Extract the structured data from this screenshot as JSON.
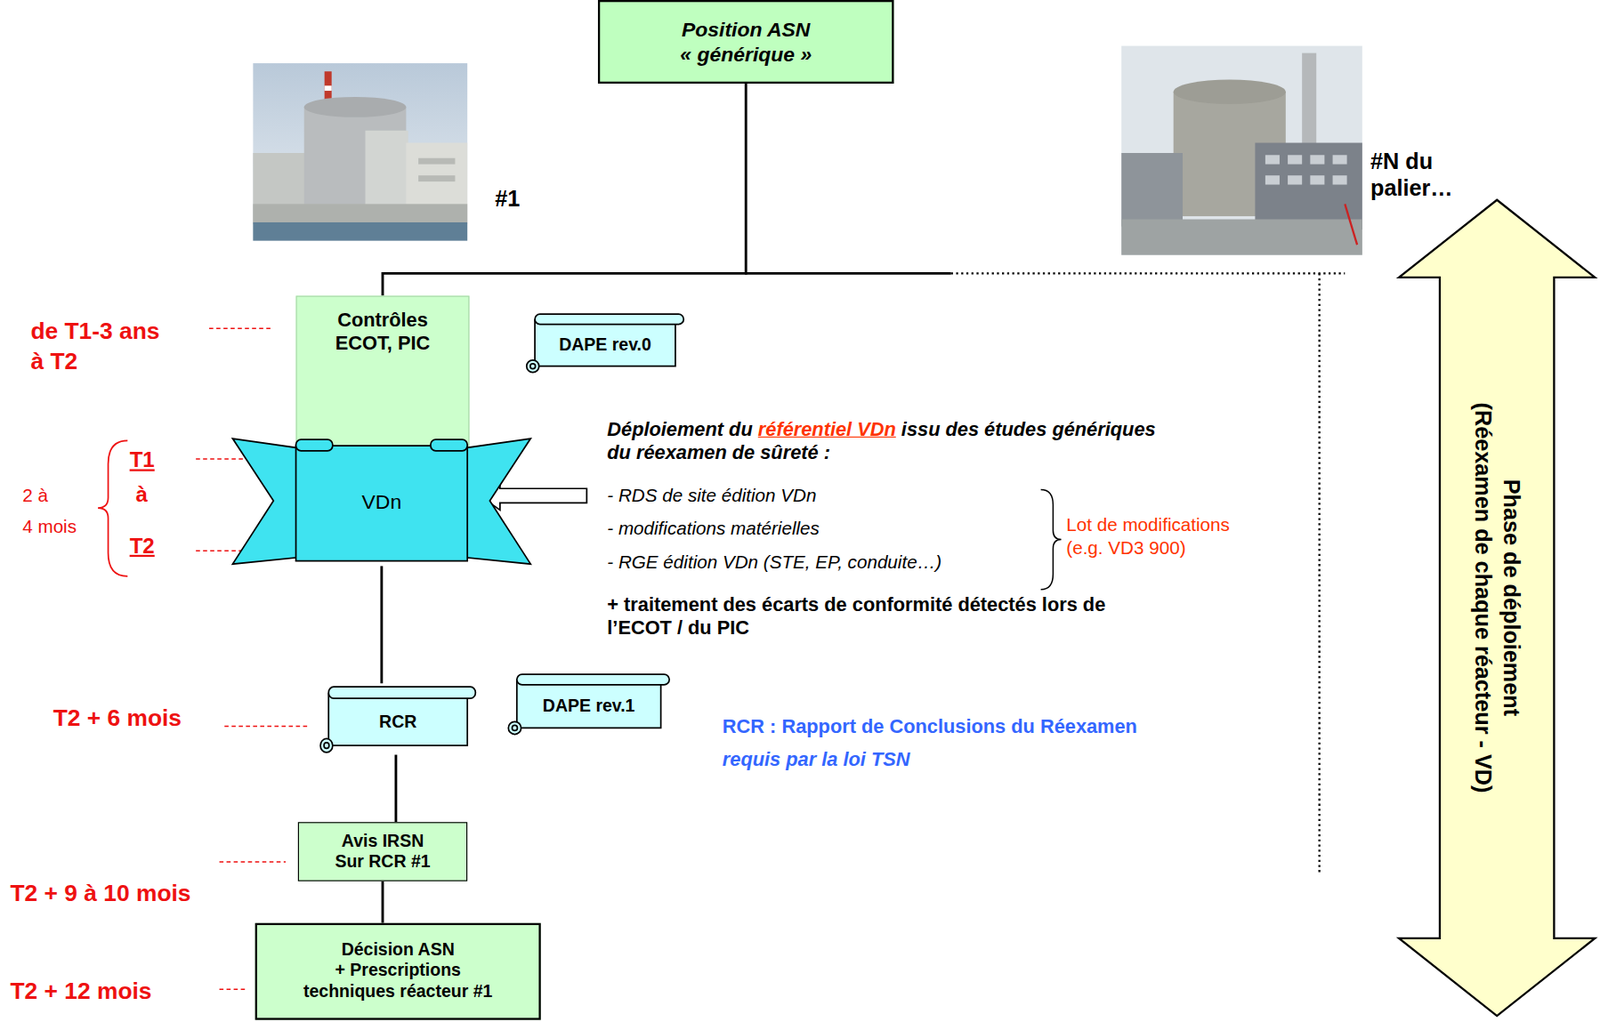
{
  "diagram": {
    "nodes": [
      {
        "text": [
          "Position ASN « générique »"
        ]
      },
      {
        "text": [
          "Contrôles ECOT, PIC"
        ]
      },
      {
        "text": [
          "DAPE rev.0"
        ]
      },
      {
        "text": [
          "VDn"
        ]
      },
      {
        "text": [
          "RCR"
        ]
      },
      {
        "text": [
          "DAPE rev.1"
        ]
      },
      {
        "text": [
          "Avis IRSN Sur RCR #1"
        ]
      },
      {
        "text": [
          "Décision ASN",
          "+ Prescriptions techniques réacteur #1"
        ]
      },
      {
        "text": [
          "Phase de déploiement",
          "(Réexamen de chaque réacteur - VD)"
        ]
      }
    ],
    "edges": [
      {
        "from": 0,
        "to": 1,
        "arrow": "none"
      },
      {
        "from": 3,
        "to": 4,
        "arrow": "none"
      },
      {
        "from": 4,
        "to": 6,
        "arrow": "none"
      },
      {
        "from": 6,
        "to": 7,
        "arrow": "none"
      }
    ],
    "labels": [
      "#1",
      "#N du palier…",
      "de T1-3 ans",
      "à T2",
      "T1",
      "à",
      "T2",
      "2 à",
      "4 mois",
      "Déploiement du",
      "référentiel VDn",
      "issu des études génériques du réexamen de sûreté :",
      "- RDS de site édition VDn",
      "- modifications matérielles",
      "- RGE édition VDn (STE, EP, conduite…)",
      "Lot de modifications (e.g. VD3 900)",
      "+ traitement des écarts de conformité détectés lors de l’ECOT / du PIC",
      "T2 + 6 mois",
      "RCR : Rapport de Conclusions du Réexamen",
      "requis par la loi TSN",
      "T2 + 9 à 10 mois",
      "T2 + 12 mois"
    ]
  }
}
